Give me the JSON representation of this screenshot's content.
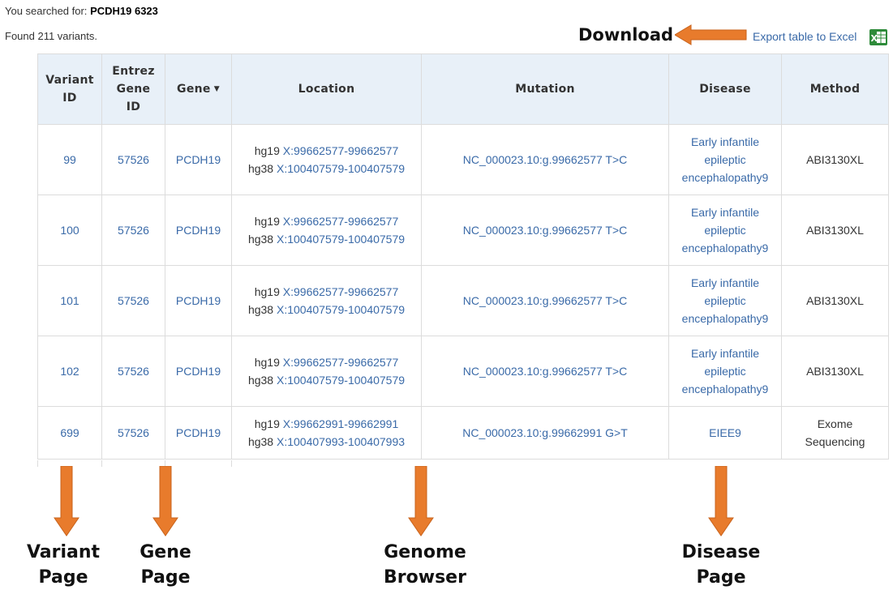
{
  "search": {
    "prefix": "You searched for:",
    "query": "PCDH19 6323"
  },
  "results": {
    "found_text": "Found 211 variants."
  },
  "export": {
    "label": "Export table to Excel",
    "icon": "excel-icon"
  },
  "annotations": {
    "download": "Download",
    "variant_page_1": "Variant",
    "variant_page_2": "Page",
    "gene_page_1": "Gene",
    "gene_page_2": "Page",
    "genome_browser_1": "Genome",
    "genome_browser_2": "Browser",
    "disease_page_1": "Disease",
    "disease_page_2": "Page",
    "arrow_color": "#e87b2c"
  },
  "table": {
    "headers": {
      "variant_id_1": "Variant",
      "variant_id_2": "ID",
      "entrez_1": "Entrez",
      "entrez_2": "Gene",
      "entrez_3": "ID",
      "gene": "Gene",
      "location": "Location",
      "mutation": "Mutation",
      "disease": "Disease",
      "method": "Method"
    },
    "rows": [
      {
        "variant_id": "99",
        "entrez_id": "57526",
        "gene": "PCDH19",
        "hg19_label": "hg19",
        "hg19_loc": "X:99662577-99662577",
        "hg38_label": "hg38",
        "hg38_loc": "X:100407579-100407579",
        "mutation": "NC_000023.10:g.99662577 T>C",
        "disease_1": "Early infantile",
        "disease_2": "epileptic",
        "disease_3": "encephalopathy9",
        "method_1": "ABI3130XL",
        "method_2": ""
      },
      {
        "variant_id": "100",
        "entrez_id": "57526",
        "gene": "PCDH19",
        "hg19_label": "hg19",
        "hg19_loc": "X:99662577-99662577",
        "hg38_label": "hg38",
        "hg38_loc": "X:100407579-100407579",
        "mutation": "NC_000023.10:g.99662577 T>C",
        "disease_1": "Early infantile",
        "disease_2": "epileptic",
        "disease_3": "encephalopathy9",
        "method_1": "ABI3130XL",
        "method_2": ""
      },
      {
        "variant_id": "101",
        "entrez_id": "57526",
        "gene": "PCDH19",
        "hg19_label": "hg19",
        "hg19_loc": "X:99662577-99662577",
        "hg38_label": "hg38",
        "hg38_loc": "X:100407579-100407579",
        "mutation": "NC_000023.10:g.99662577 T>C",
        "disease_1": "Early infantile",
        "disease_2": "epileptic",
        "disease_3": "encephalopathy9",
        "method_1": "ABI3130XL",
        "method_2": ""
      },
      {
        "variant_id": "102",
        "entrez_id": "57526",
        "gene": "PCDH19",
        "hg19_label": "hg19",
        "hg19_loc": "X:99662577-99662577",
        "hg38_label": "hg38",
        "hg38_loc": "X:100407579-100407579",
        "mutation": "NC_000023.10:g.99662577 T>C",
        "disease_1": "Early infantile",
        "disease_2": "epileptic",
        "disease_3": "encephalopathy9",
        "method_1": "ABI3130XL",
        "method_2": ""
      },
      {
        "variant_id": "699",
        "entrez_id": "57526",
        "gene": "PCDH19",
        "hg19_label": "hg19",
        "hg19_loc": "X:99662991-99662991",
        "hg38_label": "hg38",
        "hg38_loc": "X:100407993-100407993",
        "mutation": "NC_000023.10:g.99662991 G>T",
        "disease_1": "EIEE9",
        "disease_2": "",
        "disease_3": "",
        "method_1": "Exome",
        "method_2": "Sequencing"
      }
    ]
  }
}
